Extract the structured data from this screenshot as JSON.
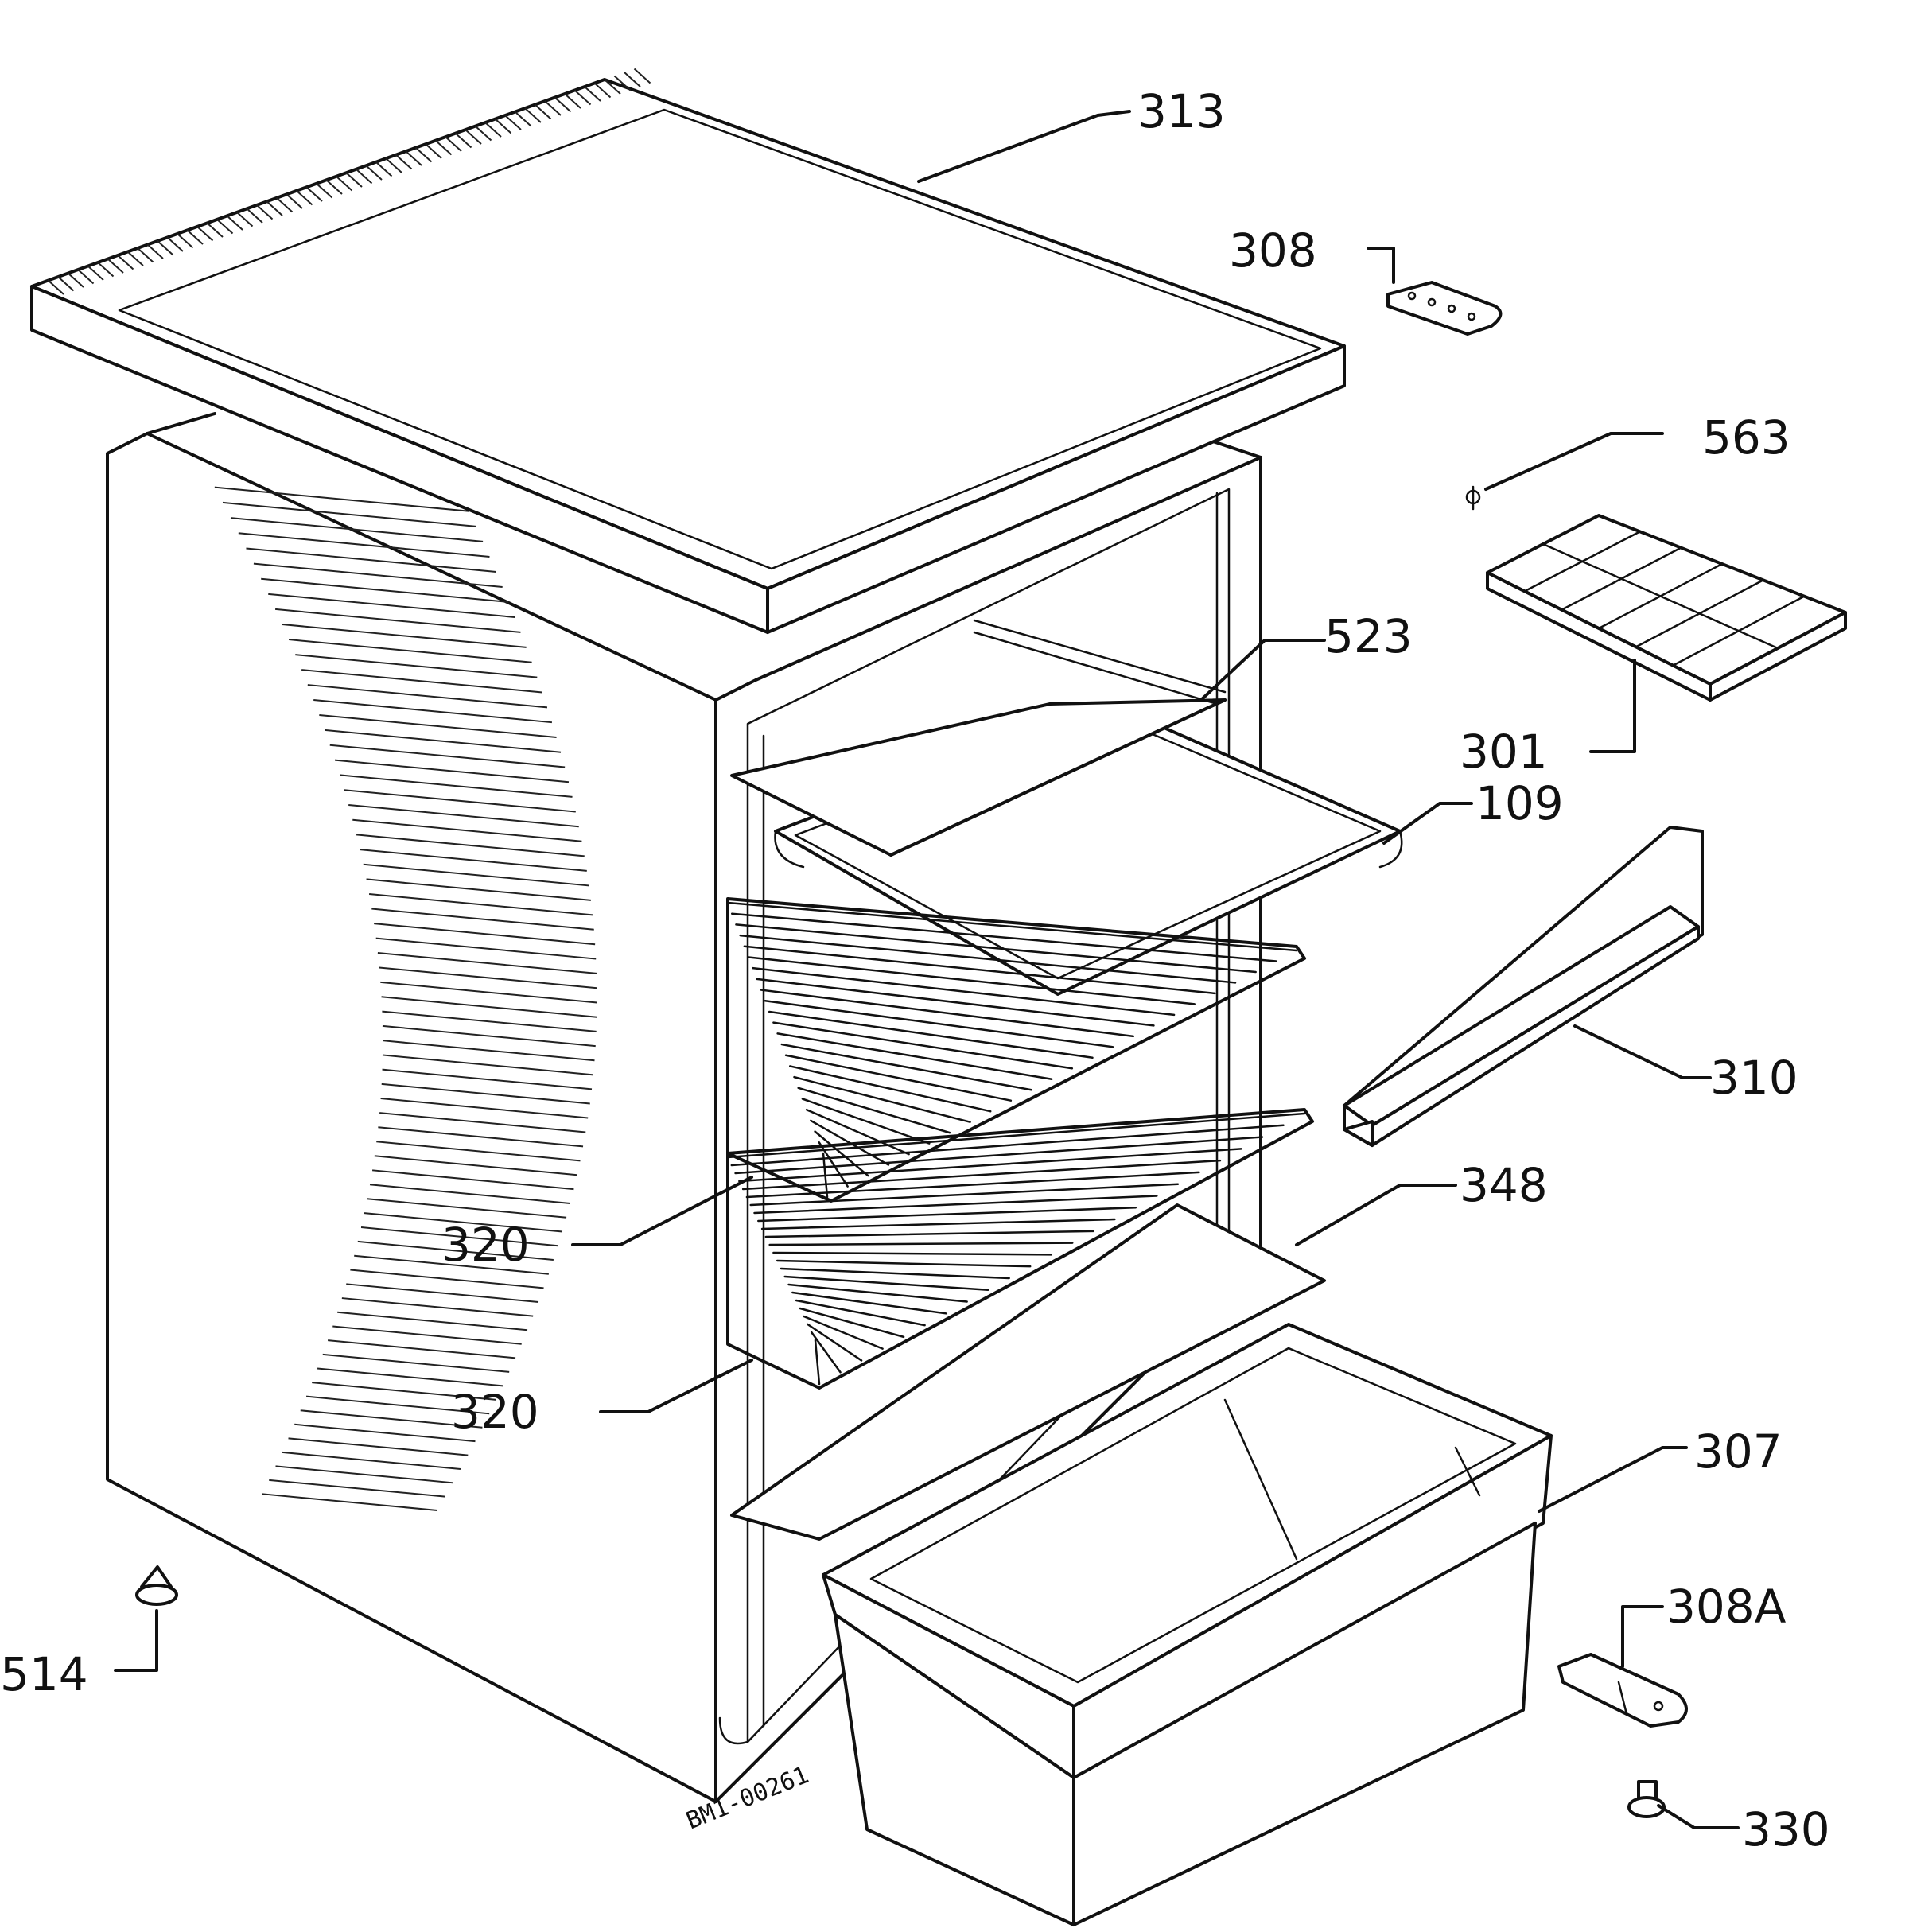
{
  "diagram": {
    "drawing_code": "BM1-00261",
    "callouts": [
      {
        "id": "c313",
        "part": "313",
        "label": "313"
      },
      {
        "id": "c308",
        "part": "308",
        "label": "308"
      },
      {
        "id": "c563",
        "part": "563",
        "label": "563"
      },
      {
        "id": "c523",
        "part": "523",
        "label": "523"
      },
      {
        "id": "c301",
        "part": "301",
        "label": "301"
      },
      {
        "id": "c109",
        "part": "109",
        "label": "109"
      },
      {
        "id": "c310",
        "part": "310",
        "label": "310"
      },
      {
        "id": "c348",
        "part": "348",
        "label": "348"
      },
      {
        "id": "c320a",
        "part": "320",
        "label": "320"
      },
      {
        "id": "c320b",
        "part": "320",
        "label": "320"
      },
      {
        "id": "c307",
        "part": "307",
        "label": "307"
      },
      {
        "id": "c308a",
        "part": "308A",
        "label": "308A"
      },
      {
        "id": "c514",
        "part": "514",
        "label": "514"
      },
      {
        "id": "c330",
        "part": "330",
        "label": "330"
      }
    ]
  }
}
